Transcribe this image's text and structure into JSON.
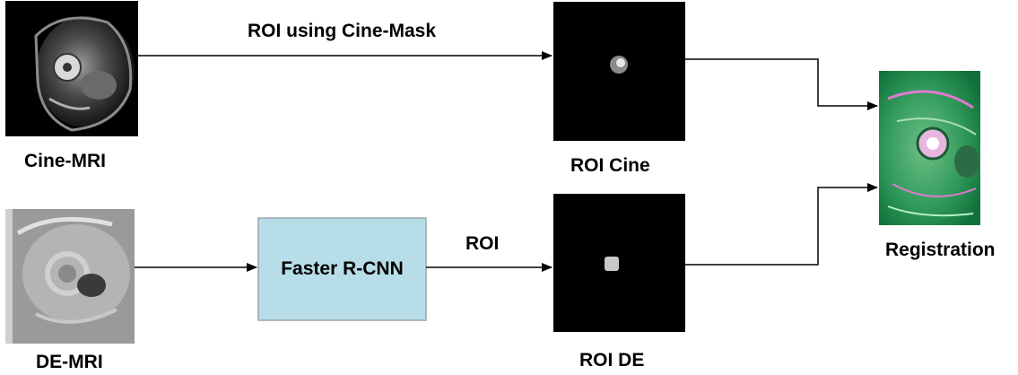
{
  "labels": {
    "cine_mri": "Cine-MRI",
    "de_mri": "DE-MRI",
    "roi_using_cine_mask": "ROI using Cine-Mask",
    "roi": "ROI",
    "faster_rcnn": "Faster R-CNN",
    "roi_cine": "ROI Cine",
    "roi_de": "ROI DE",
    "registration": "Registration"
  },
  "colors": {
    "box_fill": "#b7dde8",
    "box_border": "#9aa6ad",
    "arrow": "#000000",
    "registration_tint": "#1e8a4a",
    "registration_overlay": "#e07ad0"
  }
}
